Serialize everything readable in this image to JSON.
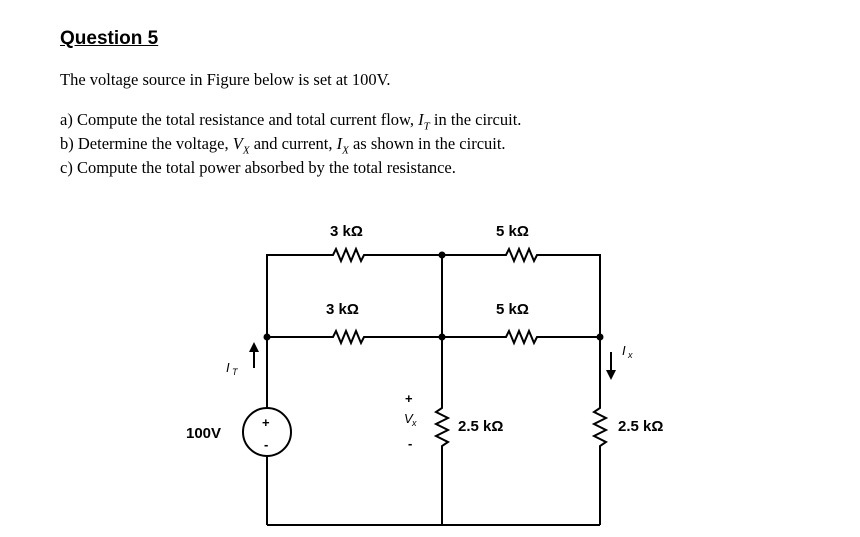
{
  "question": {
    "title": "Question 5",
    "intro": "The voltage source in Figure below is set at 100V.",
    "part_a": {
      "prefix": "a) Compute the total resistance and total current flow, ",
      "var": "I",
      "sub": "T",
      "suffix": " in the circuit."
    },
    "part_b": {
      "prefix": "b) Determine the voltage, ",
      "var1": "V",
      "sub1": "X",
      "mid": " and current, ",
      "var2": "I",
      "sub2": "X",
      "suffix": " as shown in the circuit."
    },
    "part_c": "c) Compute the total power absorbed by the total resistance."
  },
  "circuit": {
    "source_label": "100V",
    "source_plus": "+",
    "source_minus": "-",
    "it_var": "I",
    "it_sub": "T",
    "r_top_left": "3 kΩ",
    "r_top_right": "5 kΩ",
    "r_mid_left": "3 kΩ",
    "r_mid_right": "5 kΩ",
    "r_center": "2.5 kΩ",
    "r_right": "2.5 kΩ",
    "vx_plus": "+",
    "vx_var": "V",
    "vx_sub": "x",
    "vx_minus": "-",
    "ix_var": "I",
    "ix_sub": "x"
  }
}
